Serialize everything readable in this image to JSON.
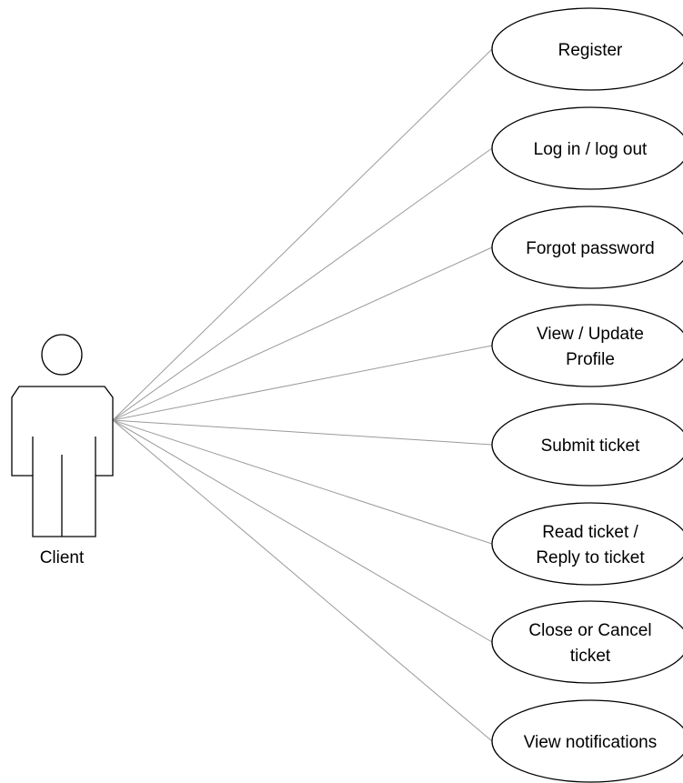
{
  "actor": {
    "label": "Client"
  },
  "use_cases": [
    {
      "lines": [
        "Register"
      ]
    },
    {
      "lines": [
        "Log in / log out"
      ]
    },
    {
      "lines": [
        "Forgot password"
      ]
    },
    {
      "lines": [
        "View / Update",
        "Profile"
      ]
    },
    {
      "lines": [
        "Submit ticket"
      ]
    },
    {
      "lines": [
        "Read ticket /",
        "Reply to ticket"
      ]
    },
    {
      "lines": [
        "Close or Cancel",
        "ticket"
      ]
    },
    {
      "lines": [
        "View notifications"
      ]
    }
  ]
}
